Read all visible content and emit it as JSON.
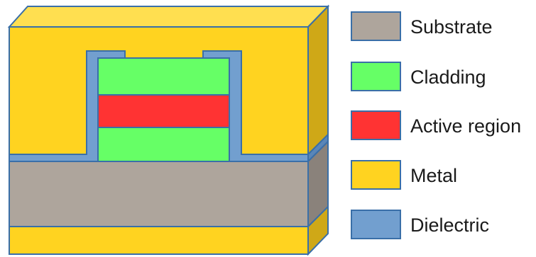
{
  "legend": [
    {
      "id": "substrate",
      "label": "Substrate",
      "color": "#aea59c"
    },
    {
      "id": "cladding",
      "label": "Cladding",
      "color": "#66ff66"
    },
    {
      "id": "active",
      "label": "Active region",
      "color": "#ff3333"
    },
    {
      "id": "metal",
      "label": "Metal",
      "color": "#ffd320"
    },
    {
      "id": "dielectric",
      "label": "Dielectric",
      "color": "#729fcf"
    }
  ],
  "colors": {
    "outline": "#3a6fa8",
    "metal_top": "#ffdf50",
    "metal_side": "#cfa817",
    "substrate_side": "#8a827b",
    "dielectric_side": "#5a86b8"
  }
}
